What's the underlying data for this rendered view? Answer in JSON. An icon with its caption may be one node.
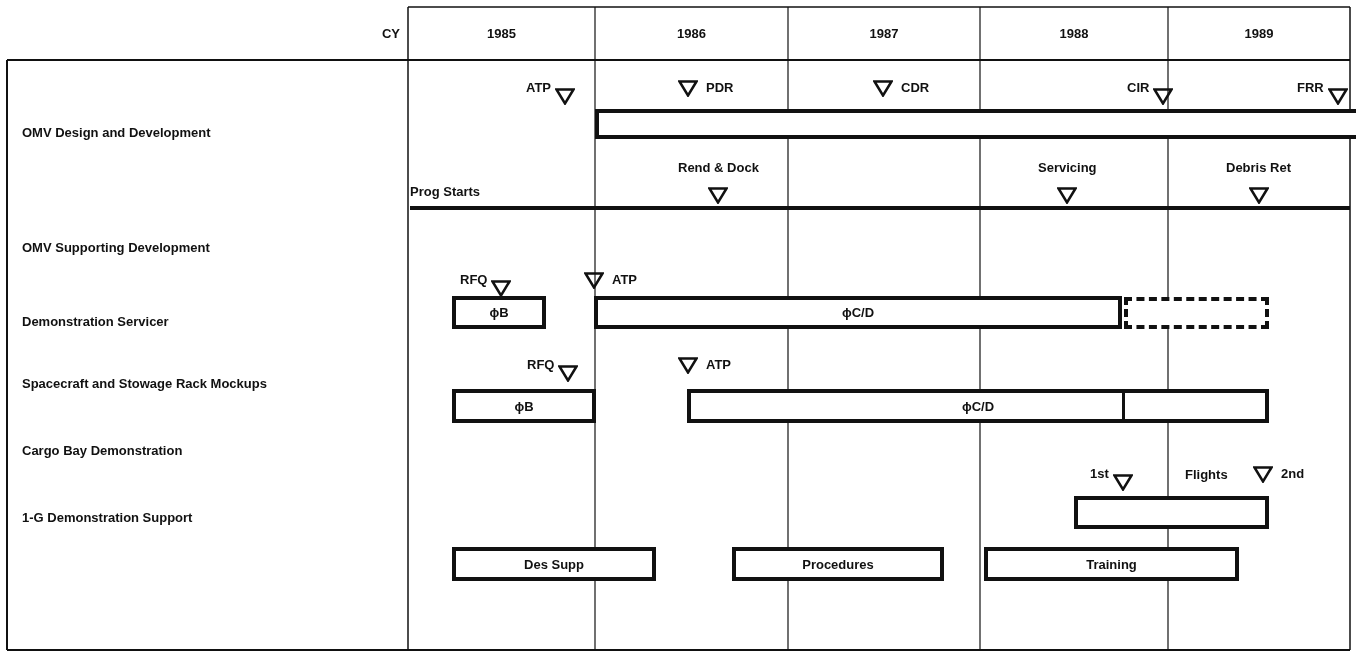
{
  "diagram": {
    "nodes": [
      {
        "text": [],
        "shape": "triangle",
        "beside": [
          "ATP"
        ]
      },
      {
        "text": [],
        "shape": "triangle",
        "beside": [
          "PDR"
        ]
      },
      {
        "text": [],
        "shape": "triangle",
        "beside": [
          "CDR"
        ]
      },
      {
        "text": [],
        "shape": "triangle",
        "beside": [
          "CIR"
        ]
      },
      {
        "text": [],
        "shape": "triangle",
        "beside": [
          "FRR"
        ]
      },
      {
        "text": [],
        "shape": "bar"
      },
      {
        "text": [],
        "shape": "triangle",
        "beside": [
          "Rend & Dock"
        ]
      },
      {
        "text": [],
        "shape": "triangle",
        "beside": [
          "Servicing"
        ]
      },
      {
        "text": [],
        "shape": "triangle",
        "beside": [
          "Debris Ret"
        ]
      },
      {
        "text": [],
        "shape": "bar",
        "beside": [
          "Prog Starts"
        ]
      },
      {
        "text": [],
        "shape": "triangle",
        "beside": [
          "RFQ"
        ]
      },
      {
        "text": [],
        "shape": "triangle",
        "beside": [
          "ATP"
        ]
      },
      {
        "text": [
          "ϕB"
        ]
      },
      {
        "text": [
          "ϕC/D"
        ]
      },
      {
        "text": [],
        "shape": "bar"
      },
      {
        "text": [],
        "shape": "triangle",
        "beside": [
          "RFQ"
        ]
      },
      {
        "text": [],
        "shape": "triangle",
        "beside": [
          "ATP"
        ]
      },
      {
        "text": [
          "ϕB"
        ]
      },
      {
        "text": [
          "ϕC/D"
        ]
      },
      {
        "text": [],
        "shape": "triangle",
        "beside": [
          "1st"
        ]
      },
      {
        "text": [],
        "shape": "triangle",
        "beside": [
          "2nd"
        ]
      },
      {
        "text": [],
        "shape": "bar"
      },
      {
        "text": [
          "Des Supp"
        ]
      },
      {
        "text": [
          "Procedures"
        ]
      },
      {
        "text": [
          "Training"
        ]
      }
    ],
    "labels": [
      "CY",
      "1985",
      "1986",
      "1987",
      "1988",
      "1989",
      "OMV Design and Development",
      "OMV Supporting Development",
      "Demonstration Servicer",
      "Spacecraft and Stowage Rack Mockups",
      "Cargo Bay Demonstration",
      "1-G Demonstration Support",
      "Flights"
    ]
  }
}
